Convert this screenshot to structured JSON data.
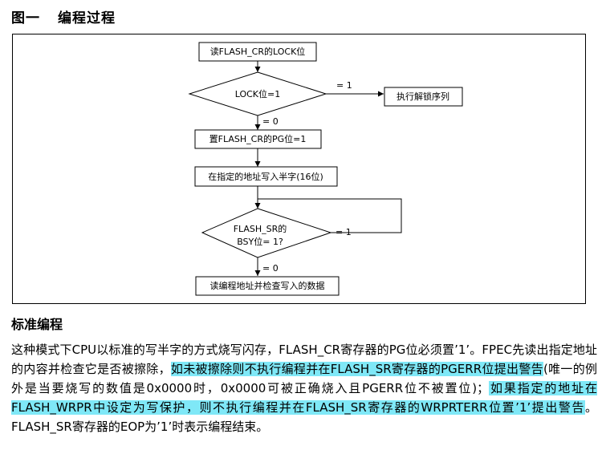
{
  "figure": {
    "label": "图一",
    "title": "编程过程"
  },
  "flowchart": {
    "step_read_lock": "读FLASH_CR的LOCK位",
    "decision_lock": "LOCK位=1",
    "branch_lock_one": "= 1",
    "action_unlock": "执行解锁序列",
    "branch_lock_zero": "= 0",
    "step_set_pg": "置FLASH_CR的PG位=1",
    "step_write_halfword": "在指定的地址写入半字(16位)",
    "decision_bsy_line1": "FLASH_SR的",
    "decision_bsy_line2": "BSY位= 1?",
    "branch_bsy_one": "= 1",
    "branch_bsy_zero": "= 0",
    "step_read_check": "读编程地址并检查写入的数据"
  },
  "section": {
    "title": "标准编程"
  },
  "paragraph": {
    "part1": "这种模式下CPU以标准的写半字的方式烧写闪存，FLASH_CR寄存器的PG位必须置’1’。FPEC先读出指定地址的内容并检查它是否被擦除，",
    "highlight1": "如未被擦除则不执行编程并在FLASH_SR寄存器的PGERR位提出警告",
    "part2": "(唯一的例外是当要烧写的数值是0x0000时，0x0000可被正确烧入且PGERR位不被置位)；",
    "highlight2": "如果指定的地址在FLASH_WRPR中设定为写保护，则不执行编程并在FLASH_SR寄存器的WRPRTERR位置’1’提出警告",
    "part3": "。FLASH_SR寄存器的EOP为’1’时表示编程结束。"
  },
  "colors": {
    "highlight": "#7fe8f7"
  }
}
